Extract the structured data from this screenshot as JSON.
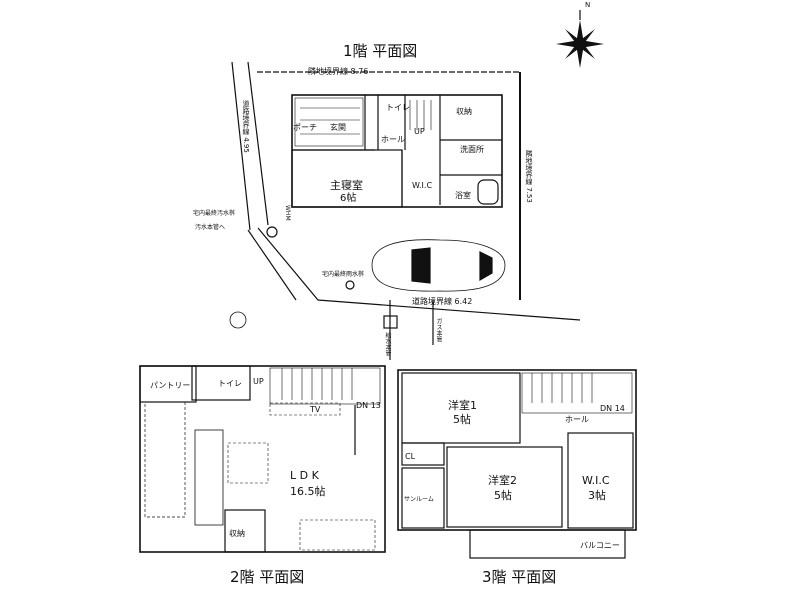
{
  "floor1": {
    "title": "1階  平面図",
    "rooms": {
      "porch": "ポーチ",
      "entrance": "玄関",
      "toilet": "トイレ",
      "hall": "ホール",
      "up": "UP",
      "storage": "収納",
      "washroom": "洗面所",
      "master_bedroom": "主寝室",
      "master_bedroom_size": "6帖",
      "wic": "W.I.C",
      "bathroom": "浴室",
      "whm": "WHM"
    },
    "boundaries": {
      "north": "隣地境界線  8.76",
      "east": "隣地境界線  7.53",
      "west": "道路境界線  4.95",
      "south": "道路境界線  6.42"
    },
    "utilities": {
      "sewage_box": "宅内最終汚水桝",
      "sewage_main": "汚水本管へ",
      "rain_box": "宅内最終雨水桝",
      "water_main": "給水本管",
      "gas_main": "ガス本管"
    },
    "compass": "N"
  },
  "floor2": {
    "title": "2階  平面図",
    "rooms": {
      "pantry": "パントリー",
      "toilet": "トイレ",
      "up": "UP",
      "dn": "DN 13",
      "tv": "TV",
      "ldk": "L D K",
      "ldk_size": "16.5帖",
      "storage": "収納"
    }
  },
  "floor3": {
    "title": "3階  平面図",
    "rooms": {
      "western1": "洋室1",
      "western1_size": "5帖",
      "hall": "ホール",
      "dn": "DN 14",
      "closet": "CL",
      "western2": "洋室2",
      "western2_size": "5帖",
      "wic": "W.I.C",
      "wic_size": "3帖",
      "sunroom": "サンルーム",
      "balcony": "バルコニー"
    }
  }
}
